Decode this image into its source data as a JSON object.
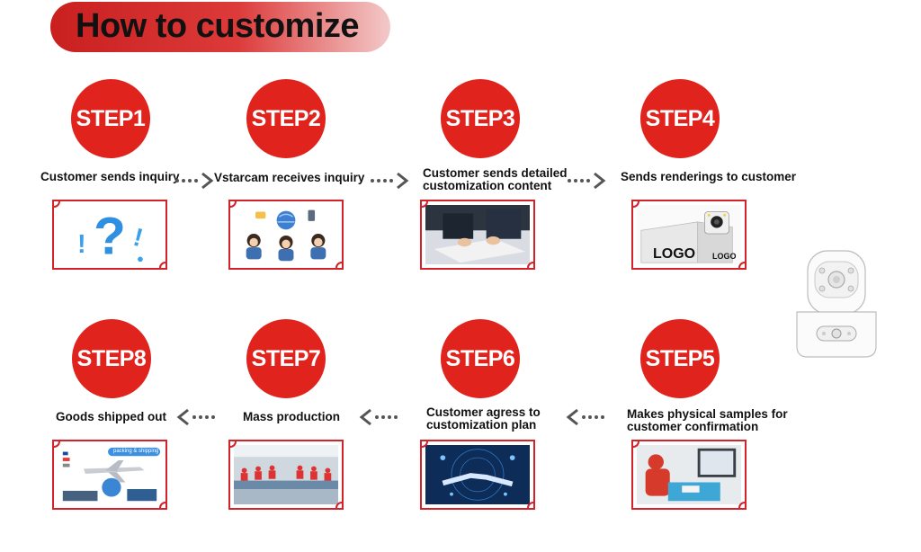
{
  "header": {
    "title": "How to customize"
  },
  "steps": [
    {
      "badge": "STEP1",
      "label_lines": [
        "Customer sends inquiry"
      ]
    },
    {
      "badge": "STEP2",
      "label_lines": [
        "Vstarcam receives inquiry"
      ]
    },
    {
      "badge": "STEP3",
      "label_lines": [
        "Customer sends detailed",
        "customization content"
      ]
    },
    {
      "badge": "STEP4",
      "label_lines": [
        "Sends renderings to customer"
      ]
    },
    {
      "badge": "STEP5",
      "label_lines": [
        "Makes physical samples for",
        "customer confirmation"
      ]
    },
    {
      "badge": "STEP6",
      "label_lines": [
        "Customer agress to",
        "customization plan"
      ]
    },
    {
      "badge": "STEP7",
      "label_lines": [
        "Mass production"
      ]
    },
    {
      "badge": "STEP8",
      "label_lines": [
        "Goods shipped out"
      ]
    }
  ],
  "images": {
    "step4": {
      "logo_large": "LOGO",
      "logo_small": "LOGO"
    },
    "step8": {
      "banner": "packing & shipping"
    }
  },
  "colors": {
    "accent": "#e0231d",
    "frame": "#d4222a",
    "arrow": "#555555"
  }
}
